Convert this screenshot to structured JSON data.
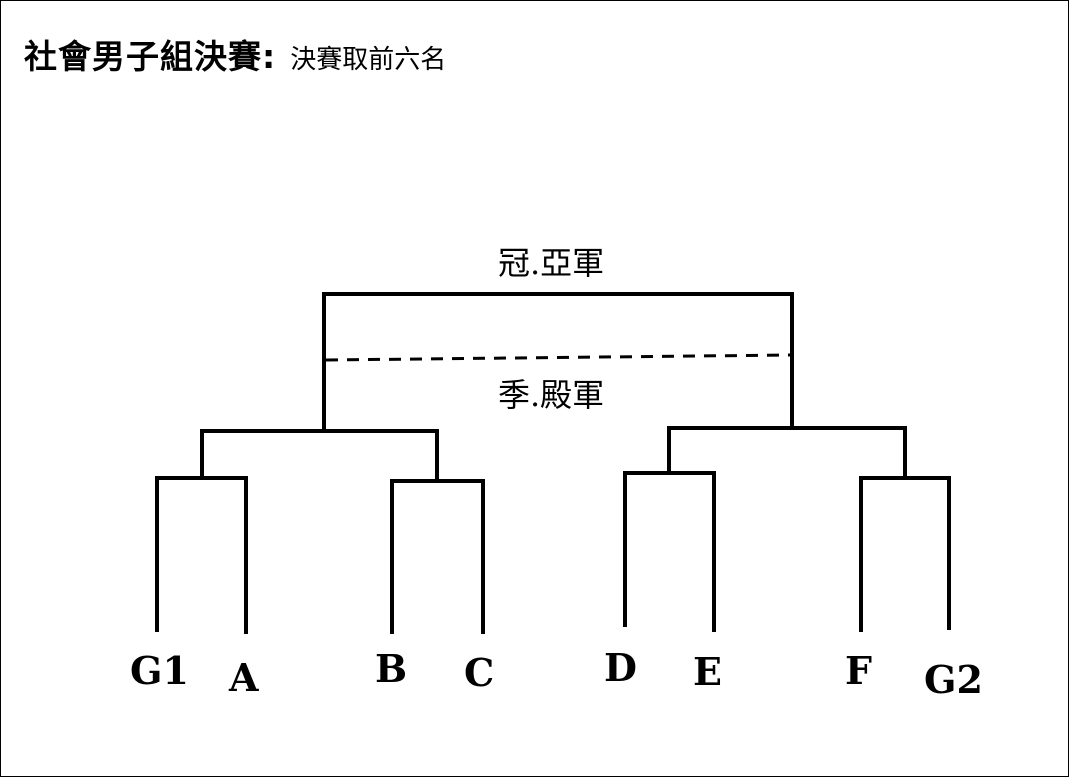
{
  "header": {
    "title": "社會男子組決賽:",
    "subtitle": "決賽取前六名"
  },
  "rounds": {
    "final_label": "冠.亞軍",
    "third_place_label": "季.殿軍"
  },
  "teams": [
    "G1",
    "A",
    "B",
    "C",
    "D",
    "E",
    "F",
    "G2"
  ],
  "colors": {
    "line": "#000000",
    "background": "#ffffff"
  }
}
